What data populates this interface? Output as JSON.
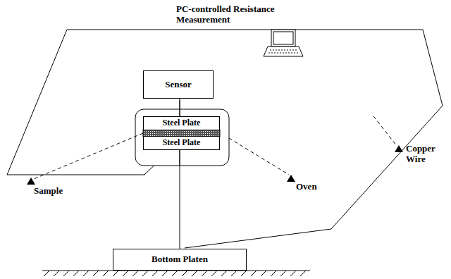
{
  "diagram": {
    "nodes": [
      {
        "text": [
          "Sensor"
        ]
      },
      {
        "text": [
          "Steel Plate"
        ]
      },
      {
        "text": [
          "Steel Plate"
        ]
      },
      {
        "text": [
          "Bottom Platen"
        ]
      }
    ],
    "edges": [
      {
        "from": 0,
        "to": 1,
        "arrow": "none"
      },
      {
        "from": 2,
        "to": 3,
        "arrow": "none"
      }
    ],
    "labels": [
      "PC-controlled Resistance Measurement",
      "Copper Wire",
      "Sample",
      "Oven"
    ]
  }
}
